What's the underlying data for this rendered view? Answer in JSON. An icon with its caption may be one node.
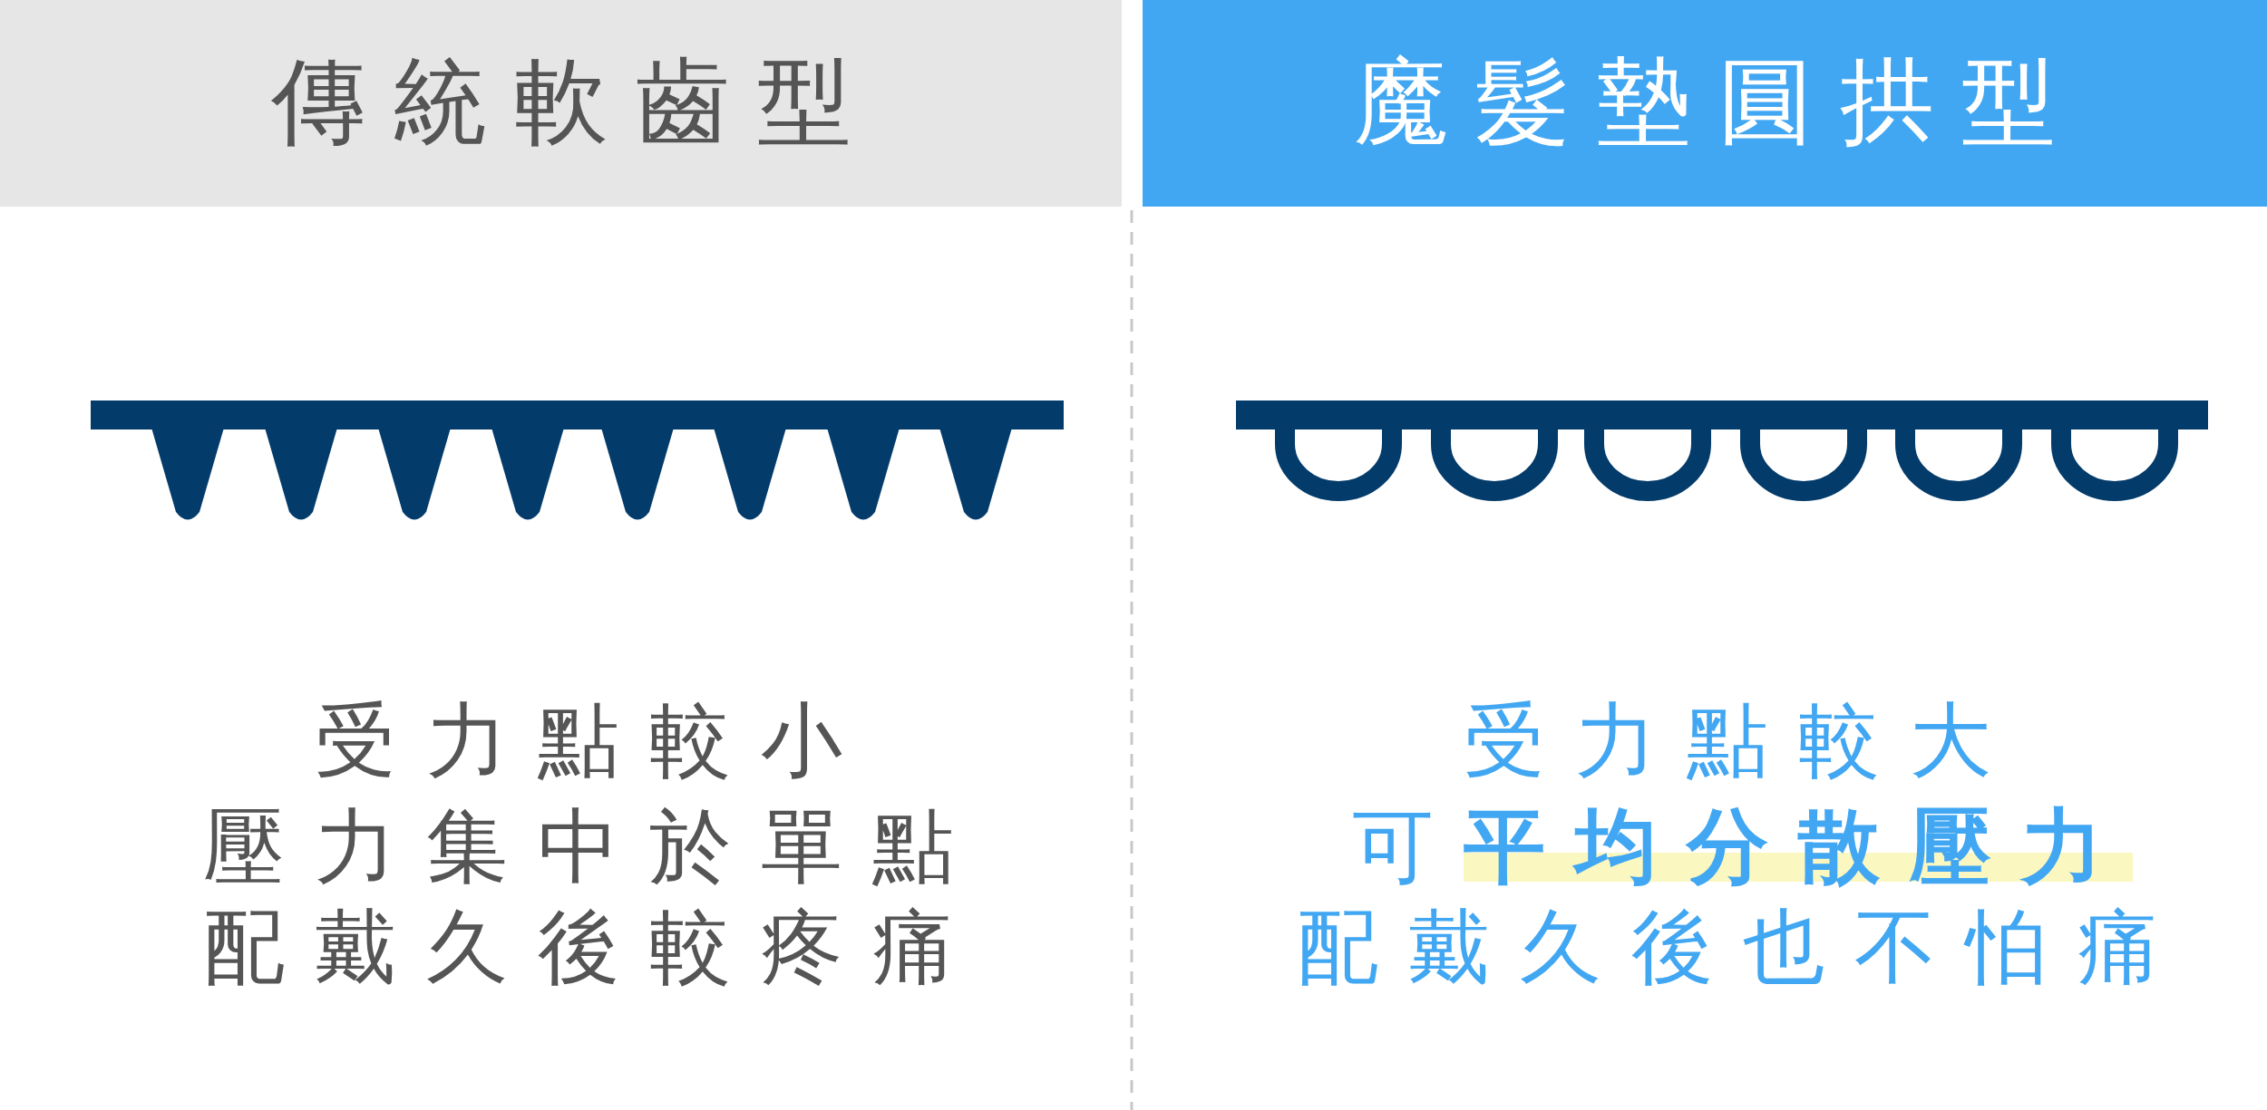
{
  "diagram": {
    "nodes": [
      {
        "text": [
          "傳統軟齒型"
        ]
      },
      {
        "text": [
          "魔髮墊圓拱型"
        ]
      }
    ],
    "labels": [
      "受力點較小",
      "壓力集中於單點",
      "配戴久後較疼痛",
      "受力點較大",
      "可**平均分散壓力**",
      "配戴久後也不怕痛"
    ]
  }
}
